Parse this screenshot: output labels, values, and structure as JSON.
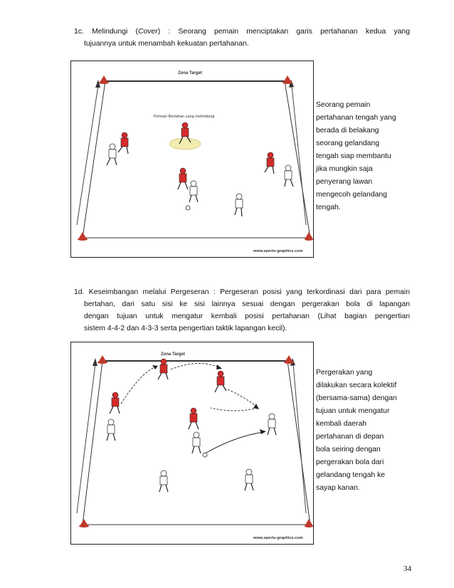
{
  "section_1c": {
    "line1_a": "1c. Melindungi (",
    "line1_italic": "Cover",
    "line1_b": ") : Seorang pemain menciptakan garis pertahanan kedua yang",
    "line2": "tujuannya untuk menambah kekuatan pertahanan."
  },
  "figure1": {
    "zone_label": "Zona Target",
    "annotation": "Pemain Bertahan yang melindungi",
    "credit": "www.sports-graphics.com",
    "caption_lines": [
      "Seorang pemain",
      "pertahanan tengah yang",
      "berada di belakang",
      "seorang gelandang",
      "tengah siap  membantu",
      "jika mungkin saja",
      "penyerang lawan",
      "mengecoh gelandang",
      "tengah."
    ]
  },
  "section_1d": {
    "line1": "1d. Keseimbangan melalui Pergeseran : Pergeseran posisi yang terkordinasi dari para pemain",
    "line2": "bertahan, dari satu sisi ke sisi lainnya sesuai dengan pergerakan bola di lapangan",
    "line3": "dengan tujuan untuk mengatur kembali posisi pertahanan (Lihat bagian pengertian",
    "line4": "sistem 4-4-2 dan 4-3-3 serta pengertian taktik lapangan kecil)."
  },
  "figure2": {
    "zone_label": "Zona Target",
    "credit": "www.sports-graphics.com",
    "caption_lines": [
      "Pergerakan yang",
      "dilakukan secara kolektif",
      "(bersama-sama) dengan",
      "tujuan untuk mengatur",
      "kembali daerah",
      "pertahanan di depan",
      "bola seiring dengan",
      "pergerakan bola dari",
      "gelandang tengah ke",
      "sayap kanan."
    ]
  },
  "page_number": "34",
  "colors": {
    "attacker": "#d42b2b",
    "defender": "#ffffff",
    "cone": "#c0392b",
    "cover_zone": "#f2ecb0"
  }
}
